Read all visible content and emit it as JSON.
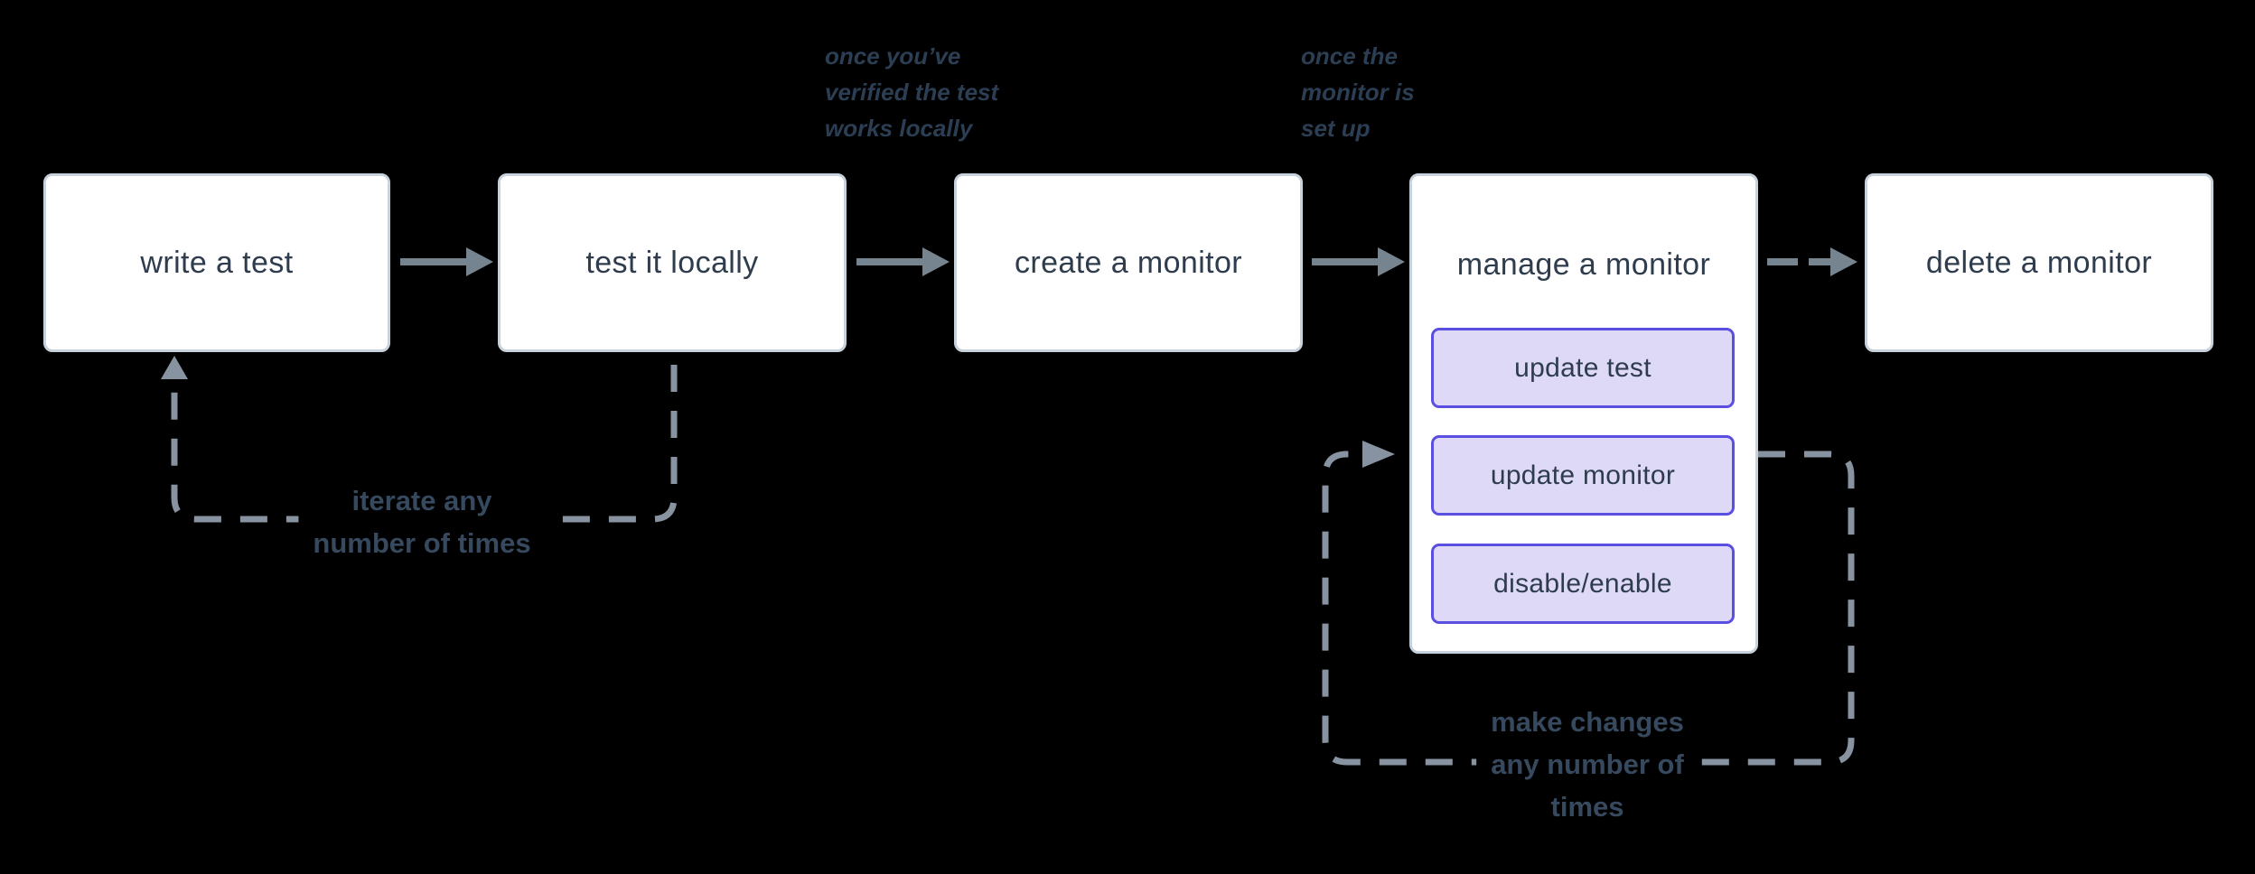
{
  "colors": {
    "background": "#000000",
    "node_fill": "#ffffff",
    "node_border": "#c7d2dc",
    "node_text": "#2e3c4d",
    "solid_arrow": "#76848f",
    "loop_dash": "#8893a1",
    "action_fill": "#ded9f7",
    "action_border": "#5a4fe0",
    "annotation_text": "#2c3e54",
    "loop_label_text": "#36495e"
  },
  "nodes": [
    {
      "label": "write a test"
    },
    {
      "label": "test it locally"
    },
    {
      "label": "create a monitor"
    },
    {
      "label": "manage a monitor"
    },
    {
      "label": "delete a monitor"
    }
  ],
  "manage_actions": [
    {
      "label": "update test"
    },
    {
      "label": "update monitor"
    },
    {
      "label": "disable/enable"
    }
  ],
  "annotations": [
    {
      "lines": [
        "once you’ve",
        "verified the test",
        "works locally"
      ]
    },
    {
      "lines": [
        "once the",
        "monitor is",
        "set up"
      ]
    }
  ],
  "loop_labels": [
    {
      "lines": [
        "iterate any",
        "number of times"
      ]
    },
    {
      "lines": [
        "make changes",
        "any number of",
        "times"
      ]
    }
  ]
}
